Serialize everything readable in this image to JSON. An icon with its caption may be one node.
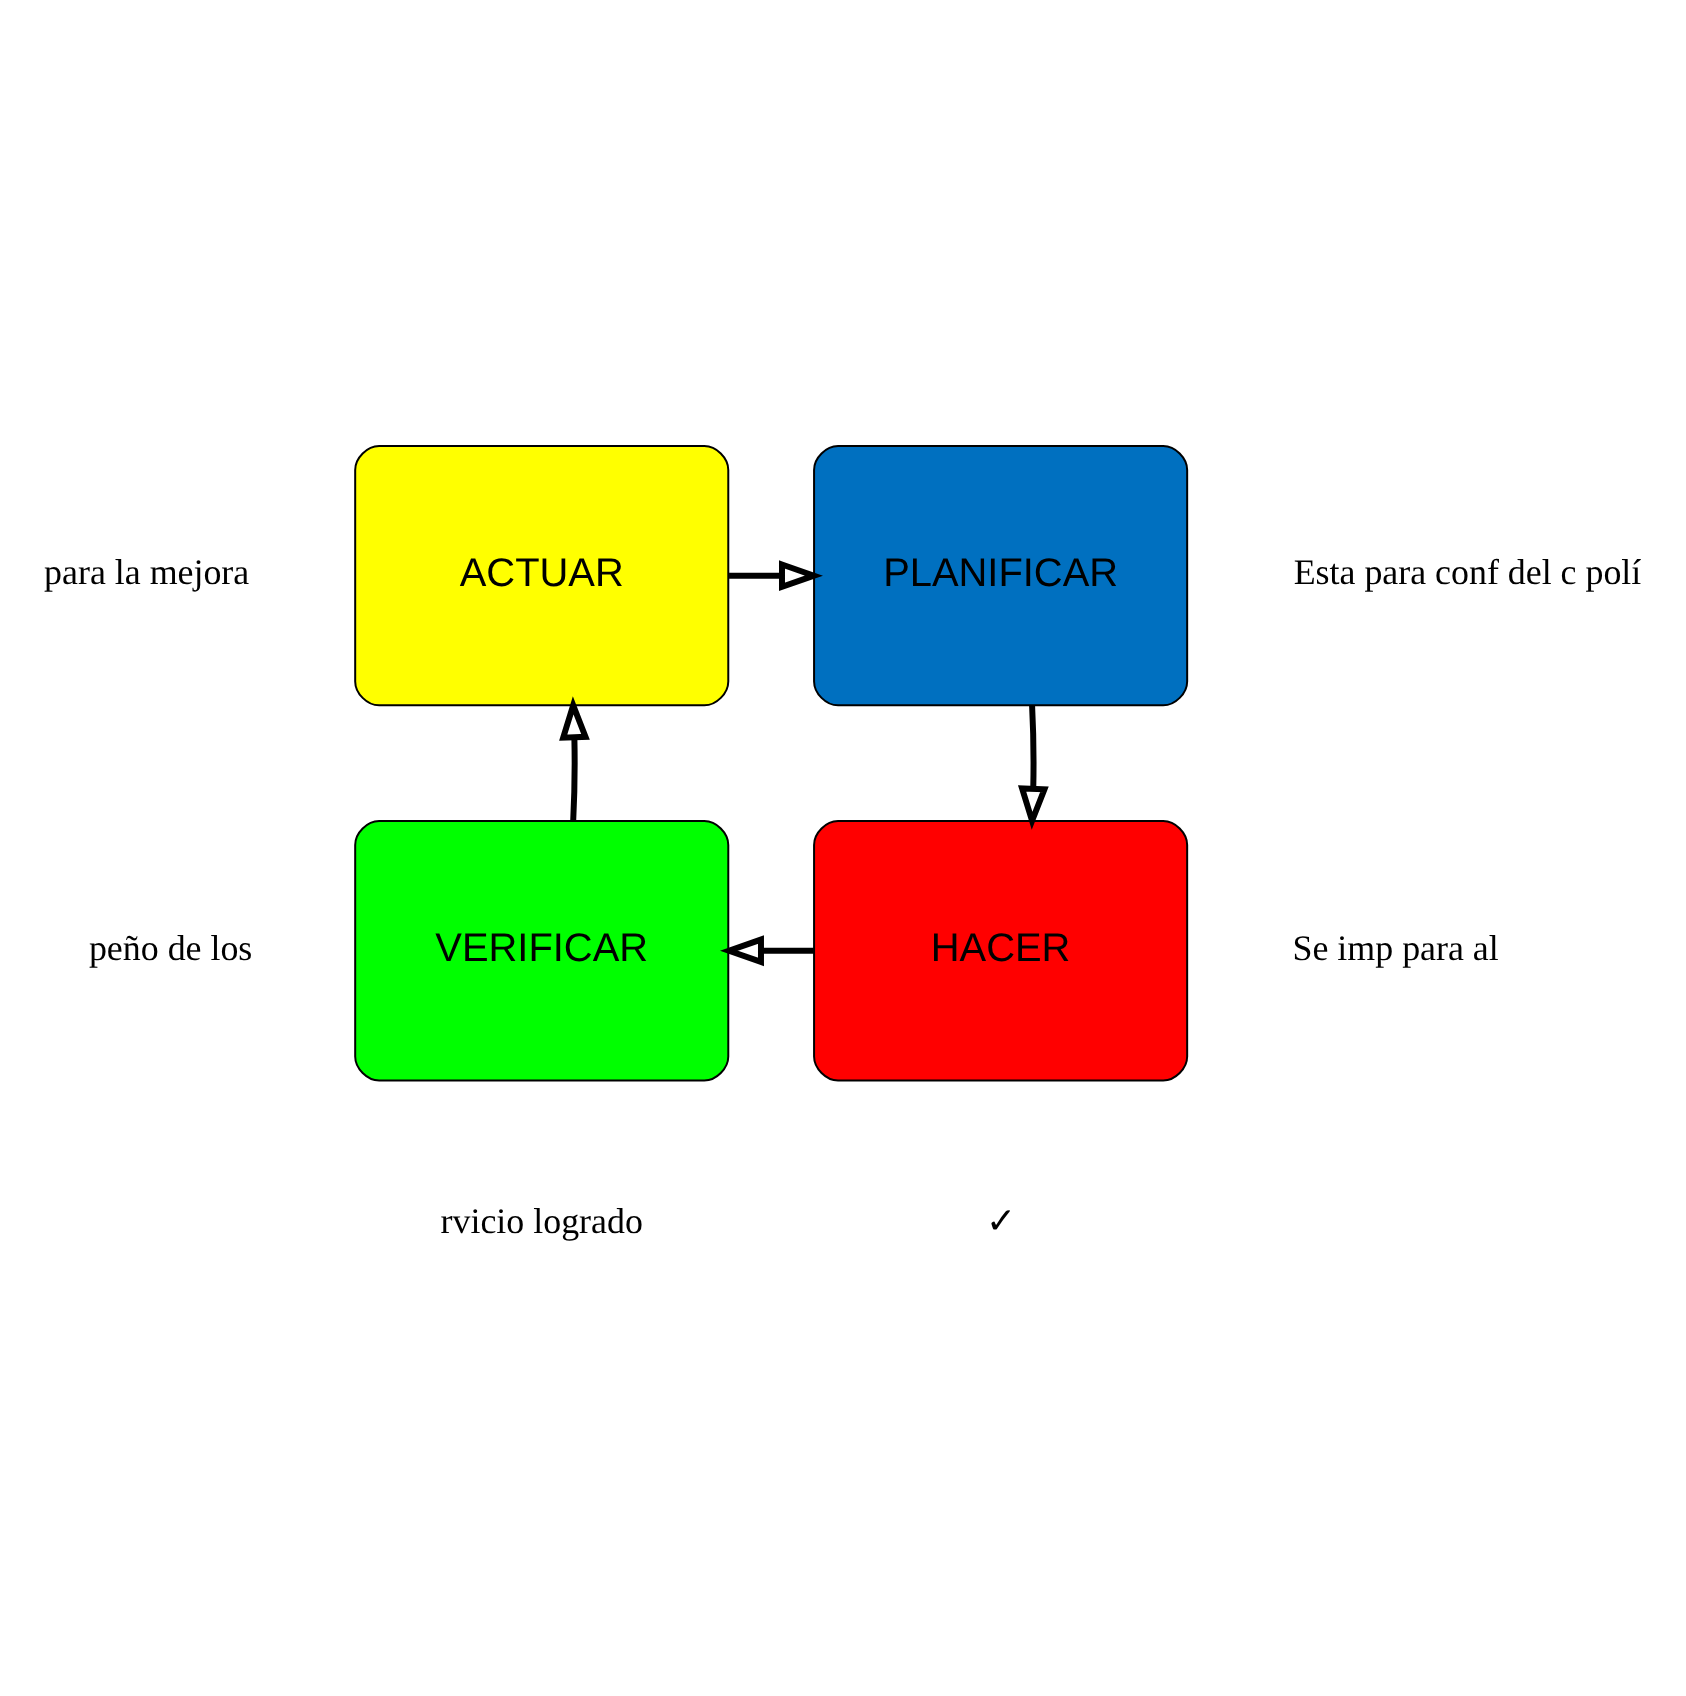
{
  "diagram": {
    "nodes": [
      {
        "text": [
          "ACTUAR"
        ]
      },
      {
        "text": [
          "PLANIFICAR"
        ]
      },
      {
        "text": [
          "HACER"
        ]
      },
      {
        "text": [
          "VERIFICAR"
        ]
      }
    ],
    "edges": [
      {
        "from": 0,
        "to": 1,
        "arrow": "to"
      },
      {
        "from": 1,
        "to": 2,
        "arrow": "to"
      },
      {
        "from": 2,
        "to": 3,
        "arrow": "to"
      },
      {
        "from": 3,
        "to": 0,
        "arrow": "to"
      }
    ],
    "labels": [
      "para la mejora",
      "Esta para conf del c polí",
      "peño de los",
      "Se imp para al",
      "✓",
      "rvicio logrado"
    ]
  }
}
